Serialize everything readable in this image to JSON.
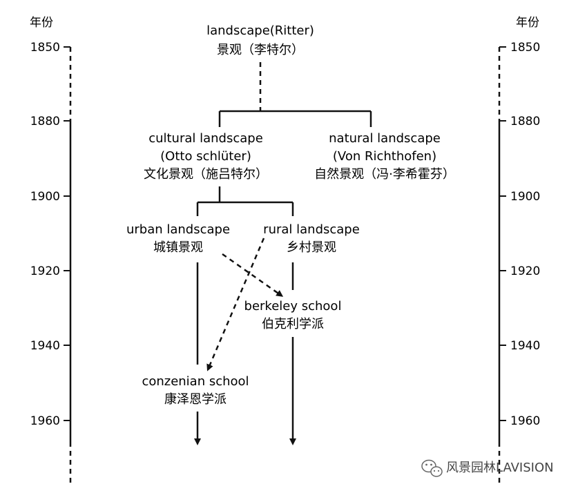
{
  "axis": {
    "title": "年份",
    "years": [
      "1850",
      "1880",
      "1900",
      "1920",
      "1940",
      "1960"
    ]
  },
  "nodes": {
    "root": {
      "en": "landscape(Ritter)",
      "zh": "景观（李特尔）"
    },
    "cultural": {
      "en1": "cultural landscape",
      "en2": "(Otto schlüter)",
      "zh": "文化景观（施吕特尔）"
    },
    "natural": {
      "en1": "natural landscape",
      "en2": "(Von Richthofen)",
      "zh": "自然景观（冯·李希霍芬）"
    },
    "urban": {
      "en": "urban landscape",
      "zh": "城镇景观"
    },
    "rural": {
      "en": "rural landscape",
      "zh": "乡村景观"
    },
    "berkeley": {
      "en": "berkeley school",
      "zh": "伯克利学派"
    },
    "conzenian": {
      "en": "conzenian school",
      "zh": "康泽恩学派"
    }
  },
  "watermark": {
    "text": "风景园林LAVISION",
    "icon": "wechat-icon"
  }
}
